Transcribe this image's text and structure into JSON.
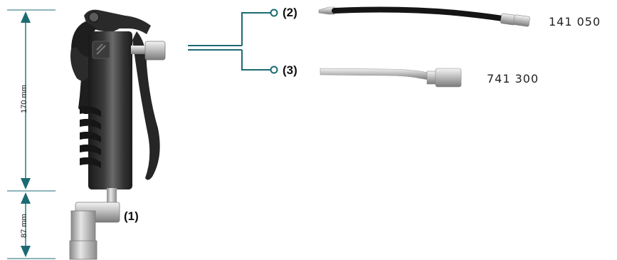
{
  "dimensions": {
    "gun_height": "170 mm",
    "fitting_height": "87 mm"
  },
  "callouts": {
    "swivel": "(1)",
    "flexible_hose": "(2)",
    "rigid_tube": "(3)"
  },
  "part_numbers": {
    "flexible_hose": "141 050",
    "rigid_tube": "741 300"
  },
  "colors": {
    "dimension_teal": "#1c6b73",
    "connector_teal": "#1c6b73"
  }
}
